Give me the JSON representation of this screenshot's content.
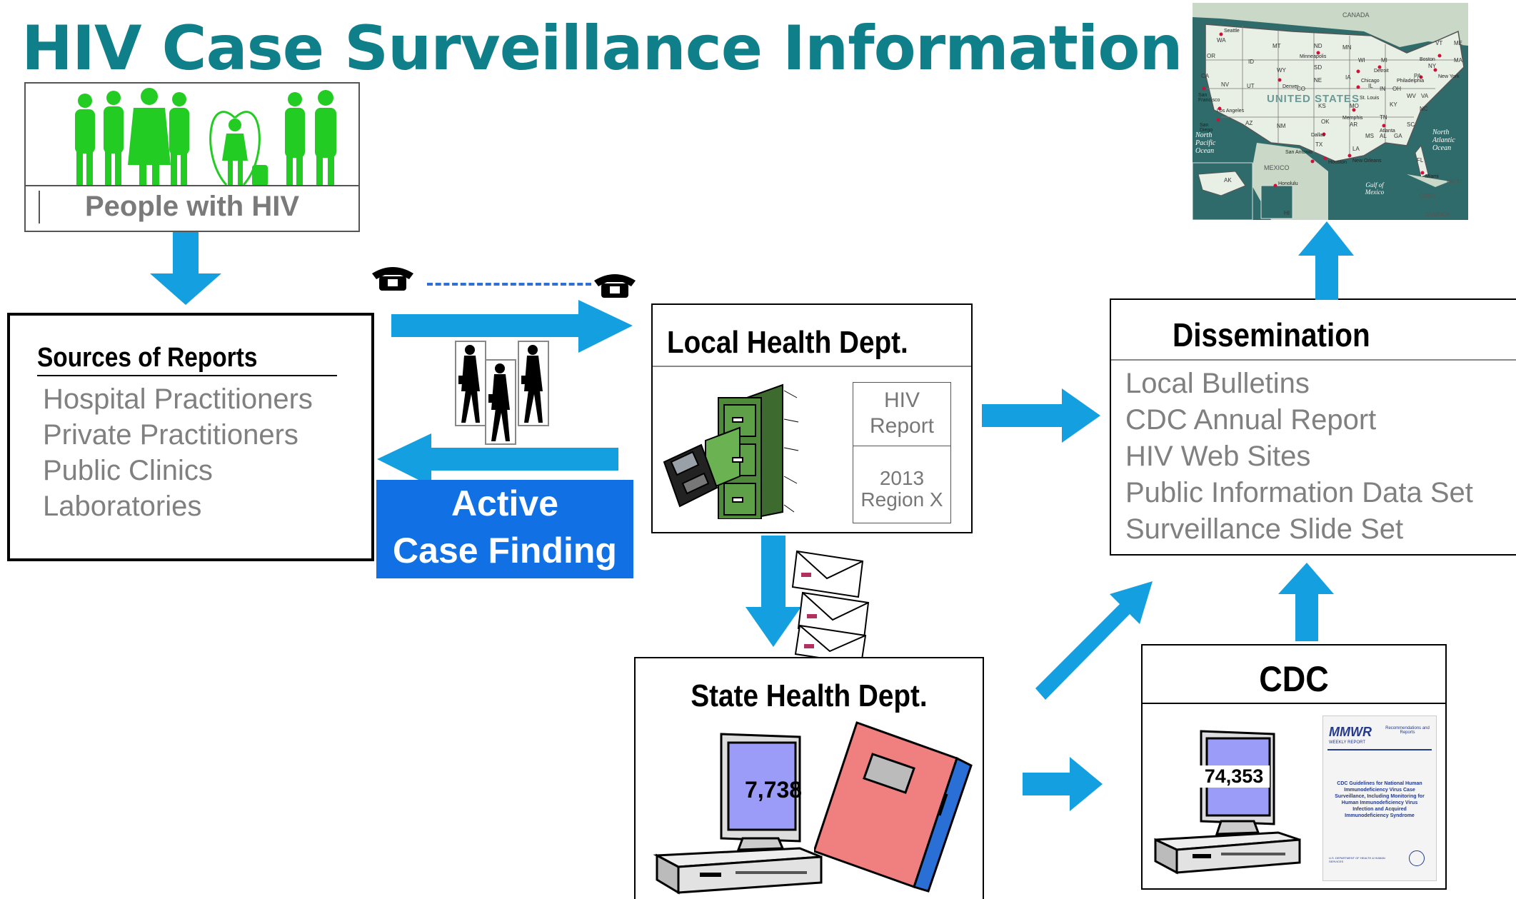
{
  "title": "HIV Case Surveillance Information Flow",
  "people_box": {
    "label": "People with HIV"
  },
  "sources_box": {
    "heading": "Sources of Reports",
    "items": [
      "Hospital Practitioners",
      "Private Practitioners",
      "Public Clinics",
      "Laboratories"
    ]
  },
  "active_case_finding": {
    "line1": "Active",
    "line2": "Case Finding"
  },
  "local_box": {
    "heading": "Local Health Dept.",
    "report_line1": "HIV",
    "report_line2": "Report",
    "report_year": "2013",
    "report_region": "Region X"
  },
  "state_box": {
    "heading": "State Health Dept.",
    "count": "7,738"
  },
  "cdc_box": {
    "heading": "CDC",
    "count": "74,353",
    "doc_masthead": "MMWR",
    "doc_sub": "WEEKLY REPORT",
    "doc_right": "Recommendations and Reports",
    "doc_title": "CDC Guidelines for National Human Immunodeficiency Virus Case Surveillance, Including Monitoring for Human Immunodeficiency Virus Infection and Acquired Immunodeficiency Syndrome",
    "doc_footer": "U.S. DEPARTMENT OF HEALTH & HUMAN SERVICES"
  },
  "dissemination_box": {
    "heading": "Dissemination",
    "items": [
      "Local Bulletins",
      "CDC Annual Report",
      "HIV Web Sites",
      "Public Information Data Set",
      "Surveillance Slide Set"
    ]
  },
  "map": {
    "country_label": "UNITED STATES",
    "labels": [
      "CANADA",
      "MEXICO",
      "North Pacific Ocean",
      "North Atlantic Ocean",
      "Gulf of Mexico",
      "CUBA",
      "HAITI",
      "JAMAICA"
    ],
    "cities": [
      "Seattle",
      "Minneapolis",
      "Boston",
      "New York",
      "Chicago",
      "Detroit",
      "Philadelphia",
      "Denver",
      "St. Louis",
      "San Francisco",
      "Los Angeles",
      "San Diego",
      "Memphis",
      "Atlanta",
      "Dallas",
      "Houston",
      "San Antonio",
      "New Orleans",
      "Miami",
      "Honolulu"
    ],
    "states": [
      "WA",
      "OR",
      "CA",
      "NV",
      "ID",
      "MT",
      "WY",
      "UT",
      "CO",
      "AZ",
      "NM",
      "ND",
      "SD",
      "NE",
      "KS",
      "OK",
      "TX",
      "MN",
      "IA",
      "MO",
      "AR",
      "LA",
      "WI",
      "IL",
      "MI",
      "IN",
      "OH",
      "KY",
      "TN",
      "MS",
      "AL",
      "GA",
      "FL",
      "SC",
      "NC",
      "VA",
      "WV",
      "PA",
      "NY",
      "VT",
      "ME",
      "MA",
      "AK",
      "HI"
    ]
  },
  "colors": {
    "title": "#0f7f8a",
    "arrow": "#149fe0",
    "active": "#1170e4",
    "people": "#22cc22",
    "screen": "#9b9cf7",
    "folder": "#f07f7f"
  }
}
